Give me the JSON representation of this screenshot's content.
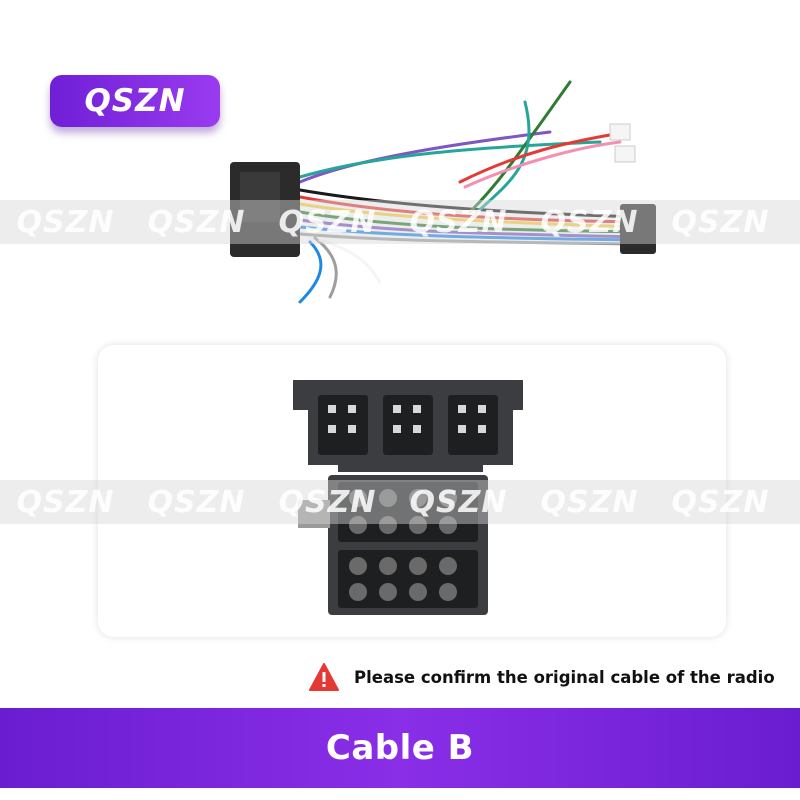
{
  "brand": {
    "badge_text": "QSZN",
    "badge_color": "#7a28e0"
  },
  "watermark": {
    "text": "QSZN",
    "color": "#ffffff"
  },
  "images": {
    "harness": "wiring-harness-photo",
    "connector": "iso-connector-photo"
  },
  "notice": {
    "icon": "warning-triangle-icon",
    "icon_color": "#e53935",
    "text": "Please confirm the original cable of the radio"
  },
  "title_bar": {
    "text": "Cable B",
    "color": "#7a28e0"
  }
}
